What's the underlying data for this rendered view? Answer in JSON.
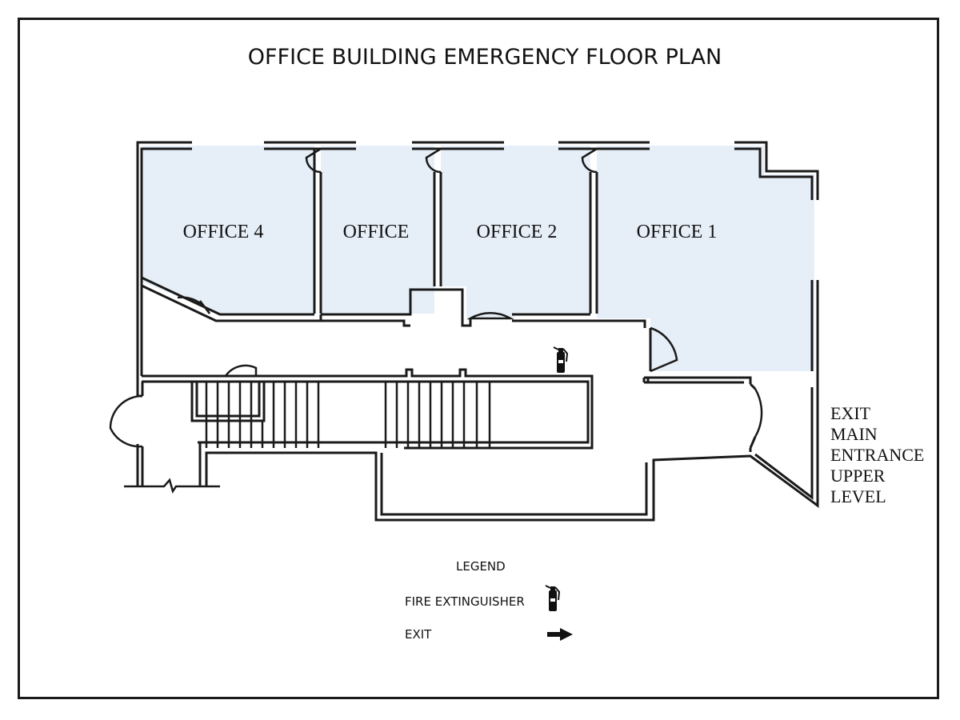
{
  "title": "OFFICE BUILDING EMERGENCY FLOOR PLAN",
  "rooms": [
    "OFFICE 4",
    "OFFICE",
    "OFFICE 2",
    "OFFICE 1"
  ],
  "exit_label": [
    "EXIT",
    "MAIN",
    "ENTRANCE",
    "UPPER",
    "LEVEL"
  ],
  "legend": {
    "heading": "LEGEND",
    "items": [
      {
        "label": "FIRE EXTINGUISHER",
        "icon": "fire-extinguisher-icon"
      },
      {
        "label": "EXIT",
        "icon": "exit-arrow-icon"
      }
    ]
  },
  "colors": {
    "office_fill": "#e6eef8",
    "wall": "#1a1a1a"
  }
}
